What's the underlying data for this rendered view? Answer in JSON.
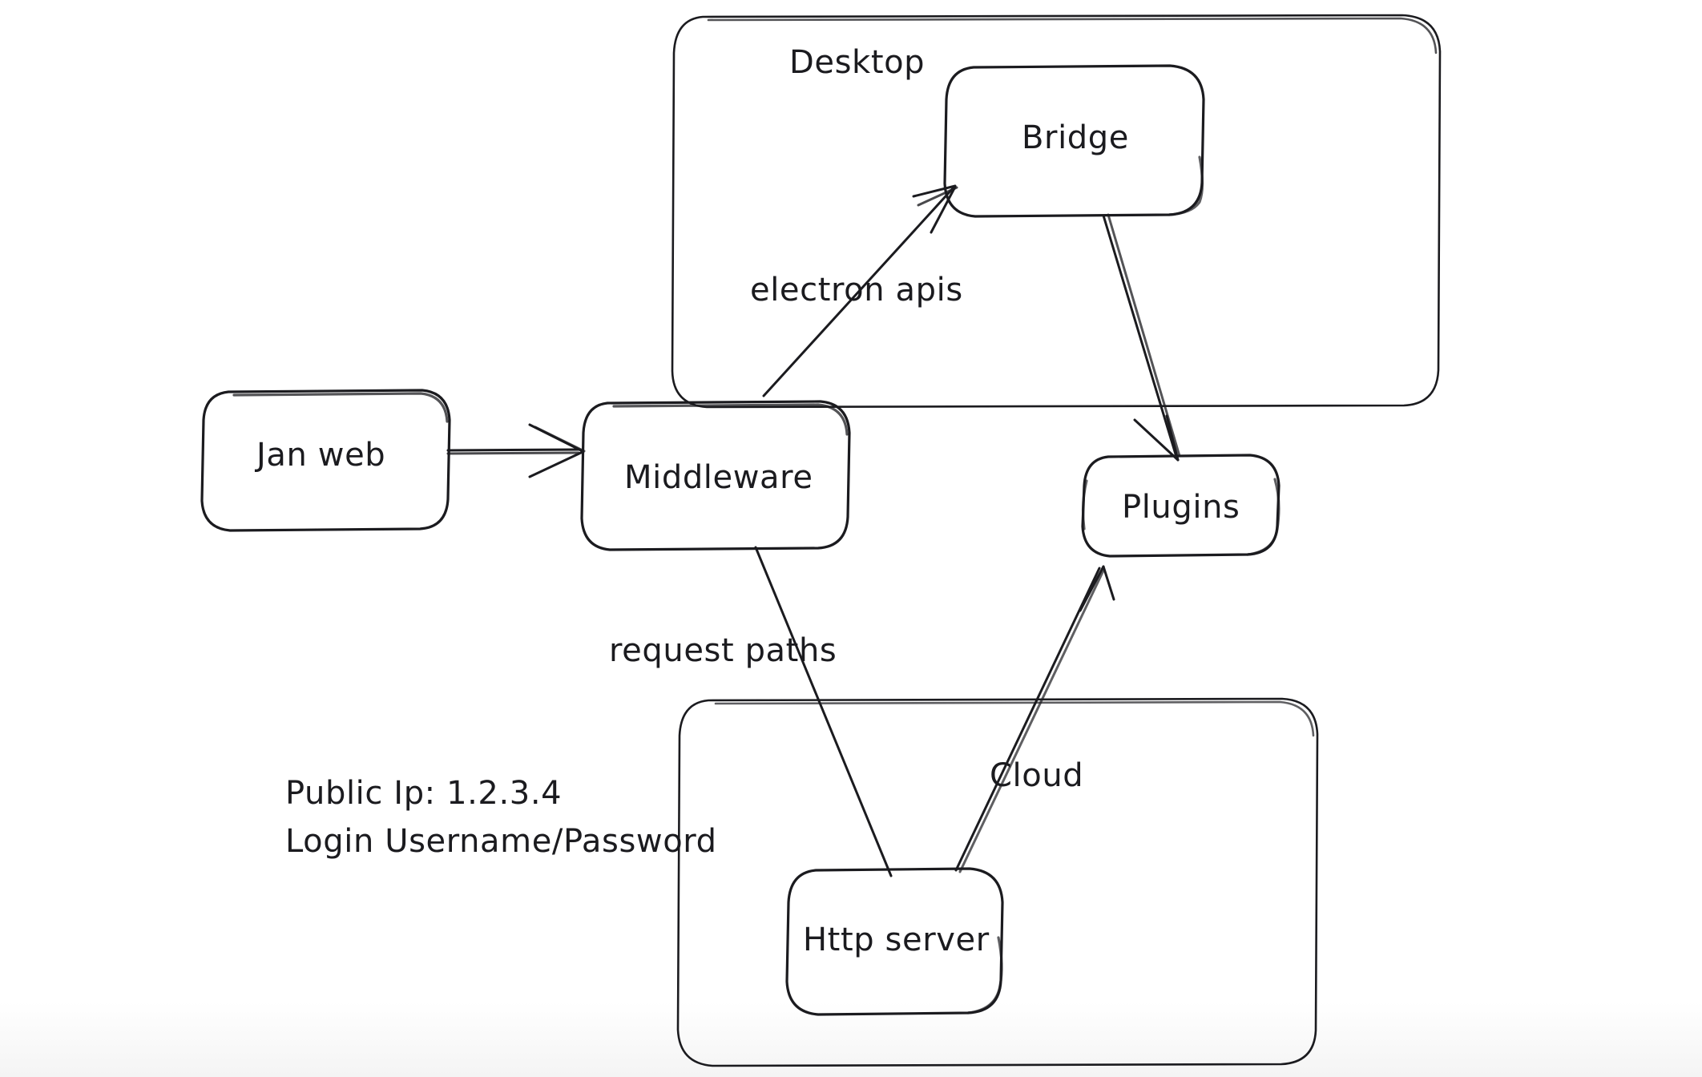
{
  "diagram": {
    "title": "Jan architecture diagram",
    "style": "hand-drawn whiteboard sketch",
    "background_color": "#ffffff",
    "stroke_color": "#1b1b1f",
    "groups": [
      {
        "id": "desktop",
        "label": "Desktop"
      },
      {
        "id": "cloud",
        "label": ""
      }
    ],
    "nodes": [
      {
        "id": "jan-web",
        "label": "Jan web"
      },
      {
        "id": "middleware",
        "label": "Middleware"
      },
      {
        "id": "bridge",
        "label": "Bridge"
      },
      {
        "id": "plugins",
        "label": "Plugins"
      },
      {
        "id": "http-server",
        "label": "Http server"
      }
    ],
    "edges": [
      {
        "id": "janweb-to-middleware",
        "from": "jan-web",
        "to": "middleware",
        "label": ""
      },
      {
        "id": "middleware-to-bridge",
        "from": "middleware",
        "to": "bridge",
        "label": "electron apis"
      },
      {
        "id": "bridge-to-plugins",
        "from": "bridge",
        "to": "plugins",
        "label": ""
      },
      {
        "id": "middleware-to-httpserver",
        "from": "middleware",
        "to": "http-server",
        "label": "request paths"
      },
      {
        "id": "httpserver-to-plugins",
        "from": "http-server",
        "to": "plugins",
        "label": "Cloud"
      }
    ],
    "notes": {
      "public_ip_line": "Public Ip: 1.2.3.4",
      "login_line": "Login Username/Password"
    }
  }
}
